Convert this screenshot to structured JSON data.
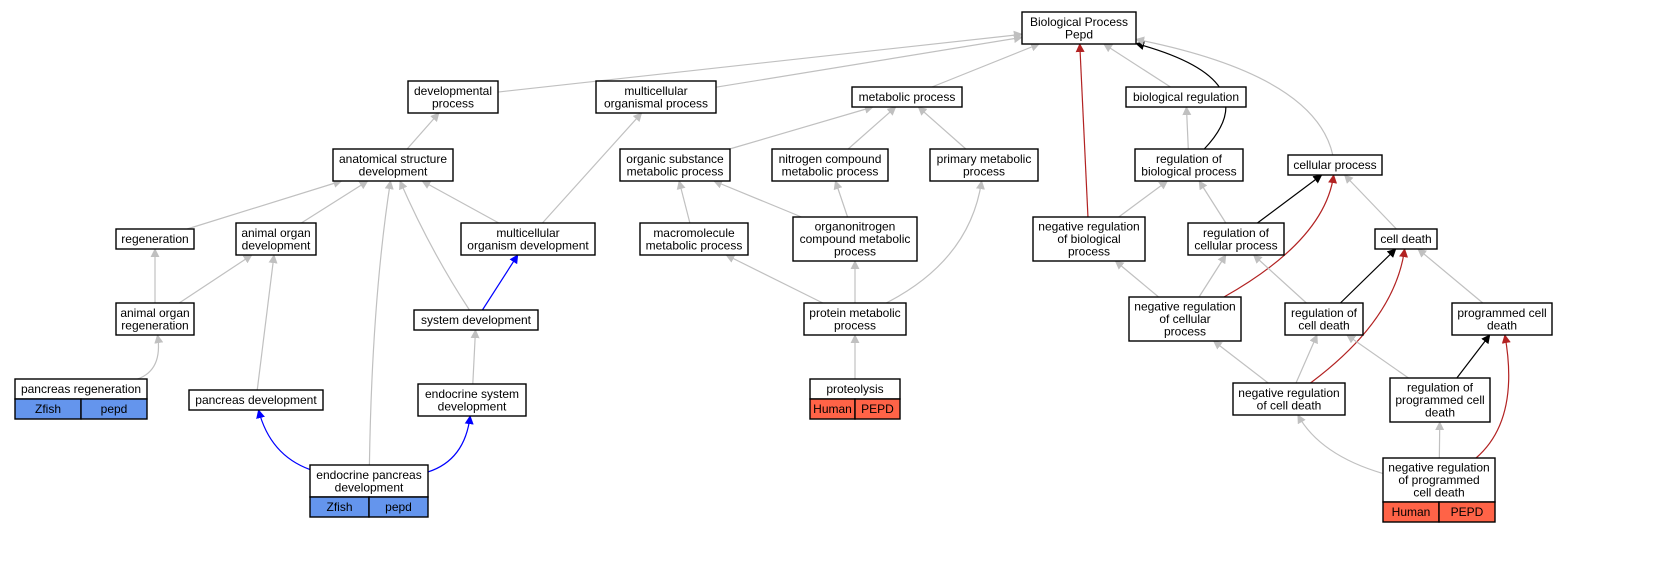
{
  "colors": {
    "gray": "#c0c0c0",
    "red": "#b22222",
    "black": "#000000",
    "blue": "#0000ff",
    "zfish": "#6495ed",
    "human": "#ff6347"
  },
  "nodes": {
    "bp": [
      "Biological Process",
      "Pepd"
    ],
    "dev": [
      "developmental",
      "process"
    ],
    "mop": [
      "multicellular",
      "organismal process"
    ],
    "meta": [
      "metabolic process"
    ],
    "breg": [
      "biological regulation"
    ],
    "asd": [
      "anatomical structure",
      "development"
    ],
    "osm": [
      "organic substance",
      "metabolic process"
    ],
    "ncm": [
      "nitrogen compound",
      "metabolic process"
    ],
    "pmp": [
      "primary metabolic",
      "process"
    ],
    "rbp": [
      "regulation of",
      "biological process"
    ],
    "cp": [
      "cellular process"
    ],
    "regen": [
      "regeneration"
    ],
    "aod": [
      "animal organ",
      "development"
    ],
    "mod": [
      "multicellular",
      "organism development"
    ],
    "mmp": [
      "macromolecule",
      "metabolic process"
    ],
    "ocm": [
      "organonitrogen",
      "compound metabolic",
      "process"
    ],
    "nrbp": [
      "negative regulation",
      "of biological",
      "process"
    ],
    "rcp": [
      "regulation of",
      "cellular process"
    ],
    "cd": [
      "cell death"
    ],
    "aor": [
      "animal organ",
      "regeneration"
    ],
    "sd": [
      "system development"
    ],
    "prot": [
      "protein metabolic",
      "process"
    ],
    "nrcp": [
      "negative regulation",
      "of cellular",
      "process"
    ],
    "rcd": [
      "regulation of",
      "cell death"
    ],
    "pcd": [
      "programmed cell",
      "death"
    ],
    "pr": [
      "pancreas regeneration"
    ],
    "pd": [
      "pancreas development"
    ],
    "esd": [
      "endocrine system",
      "development"
    ],
    "pro": [
      "proteolysis"
    ],
    "nrcd": [
      "negative regulation",
      "of cell death"
    ],
    "rpcd": [
      "regulation of",
      "programmed cell",
      "death"
    ],
    "epd": [
      "endocrine pancreas",
      "development"
    ],
    "nrpcd": [
      "negative regulation",
      "of programmed",
      "cell death"
    ]
  },
  "annotations": {
    "pr": [
      "Zfish",
      "pepd"
    ],
    "epd": [
      "Zfish",
      "pepd"
    ],
    "pro": [
      "Human",
      "PEPD"
    ],
    "nrpcd": [
      "Human",
      "PEPD"
    ]
  },
  "annotation_colors": {
    "pr": "zfish",
    "epd": "zfish",
    "pro": "human",
    "nrpcd": "human"
  },
  "edges": [
    [
      "dev",
      "bp",
      "gray"
    ],
    [
      "mop",
      "bp",
      "gray"
    ],
    [
      "meta",
      "bp",
      "gray"
    ],
    [
      "breg",
      "bp",
      "gray"
    ],
    [
      "rbp",
      "bp",
      "black"
    ],
    [
      "cp",
      "bp",
      "gray"
    ],
    [
      "nrbp",
      "bp",
      "red"
    ],
    [
      "asd",
      "dev",
      "gray"
    ],
    [
      "mod",
      "mop",
      "gray"
    ],
    [
      "osm",
      "meta",
      "gray"
    ],
    [
      "ncm",
      "meta",
      "gray"
    ],
    [
      "pmp",
      "meta",
      "gray"
    ],
    [
      "rbp",
      "breg",
      "gray"
    ],
    [
      "regen",
      "asd",
      "gray"
    ],
    [
      "aod",
      "asd",
      "gray"
    ],
    [
      "mod",
      "asd",
      "gray"
    ],
    [
      "sd",
      "asd",
      "gray"
    ],
    [
      "epd",
      "asd",
      "gray"
    ],
    [
      "mmp",
      "osm",
      "gray"
    ],
    [
      "ocm",
      "osm",
      "gray"
    ],
    [
      "ocm",
      "ncm",
      "gray"
    ],
    [
      "prot",
      "pmp",
      "gray"
    ],
    [
      "nrbp",
      "rbp",
      "gray"
    ],
    [
      "rcp",
      "rbp",
      "gray"
    ],
    [
      "rcp",
      "cp",
      "black"
    ],
    [
      "cd",
      "cp",
      "gray"
    ],
    [
      "nrcp",
      "cp",
      "red"
    ],
    [
      "aor",
      "regen",
      "gray"
    ],
    [
      "aor",
      "aod",
      "gray"
    ],
    [
      "pd",
      "aod",
      "gray"
    ],
    [
      "sd",
      "mod",
      "blue"
    ],
    [
      "prot",
      "mmp",
      "gray"
    ],
    [
      "prot",
      "ocm",
      "gray"
    ],
    [
      "nrcp",
      "nrbp",
      "gray"
    ],
    [
      "nrcp",
      "rcp",
      "gray"
    ],
    [
      "rcd",
      "rcp",
      "gray"
    ],
    [
      "rcd",
      "cd",
      "black"
    ],
    [
      "pcd",
      "cd",
      "gray"
    ],
    [
      "nrcd",
      "cd",
      "red"
    ],
    [
      "pr",
      "aor",
      "gray"
    ],
    [
      "esd",
      "sd",
      "gray"
    ],
    [
      "pro",
      "prot",
      "gray"
    ],
    [
      "nrcd",
      "nrcp",
      "gray"
    ],
    [
      "nrcd",
      "rcd",
      "gray"
    ],
    [
      "rpcd",
      "rcd",
      "gray"
    ],
    [
      "rpcd",
      "pcd",
      "black"
    ],
    [
      "nrpcd",
      "pcd",
      "red"
    ],
    [
      "epd",
      "pd",
      "blue"
    ],
    [
      "epd",
      "esd",
      "blue"
    ],
    [
      "nrpcd",
      "nrcd",
      "gray"
    ],
    [
      "nrpcd",
      "rpcd",
      "gray"
    ]
  ]
}
